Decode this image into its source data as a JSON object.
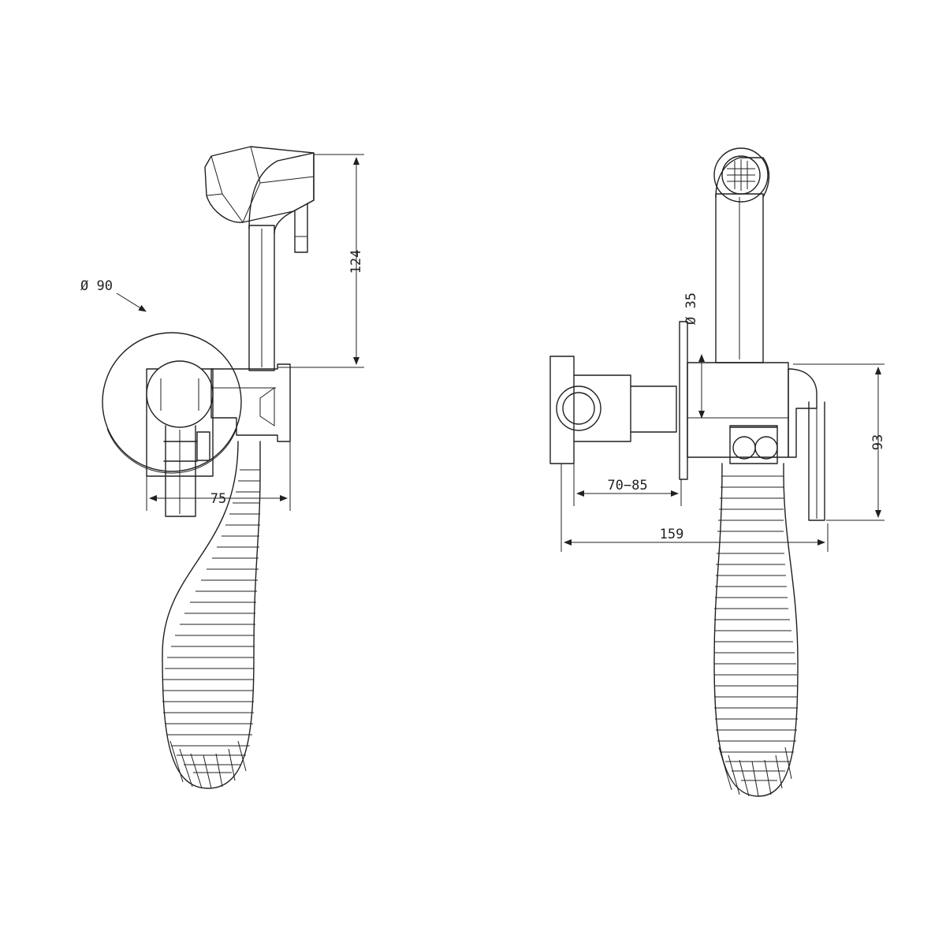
{
  "drawing": {
    "title": "Bidet spray technical drawing",
    "views": [
      {
        "name": "front-view",
        "label": ""
      },
      {
        "name": "side-view",
        "label": ""
      }
    ],
    "dimensions": {
      "front": [
        {
          "name": "diameter-90",
          "value": "Ø 90",
          "orientation": "leader"
        },
        {
          "name": "height-124",
          "value": "124",
          "orientation": "vertical"
        },
        {
          "name": "width-75",
          "value": "75",
          "orientation": "horizontal"
        }
      ],
      "side": [
        {
          "name": "diameter-35",
          "value": "Ø 35",
          "orientation": "leader"
        },
        {
          "name": "height-93",
          "value": "93",
          "orientation": "vertical"
        },
        {
          "name": "depth-70-85",
          "value": "70−85",
          "orientation": "horizontal"
        },
        {
          "name": "length-159",
          "value": "159",
          "orientation": "horizontal"
        }
      ]
    },
    "colors": {
      "line": "#231f20",
      "background": "#ffffff"
    }
  }
}
